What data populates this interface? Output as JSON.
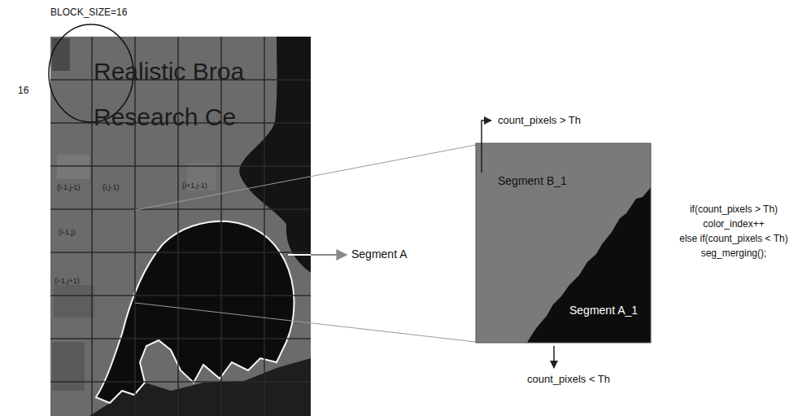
{
  "diagram": {
    "labels": [
      "BLOCK_SIZE=16",
      "16",
      "Realistic Broa",
      "Research Ce",
      "(i-1,j-1)",
      "(i,j-1)",
      "(i+1,j-1)",
      "(i-1,j)",
      "(i-1,j+1)",
      "Segment A",
      "count_pixels > Th",
      "Segment B_1",
      "Segment A_1",
      "count_pixels < Th",
      "if(count_pixels > Th)",
      "color_index++",
      "else if(count_pixels < Th)",
      "seg_merging();"
    ]
  }
}
